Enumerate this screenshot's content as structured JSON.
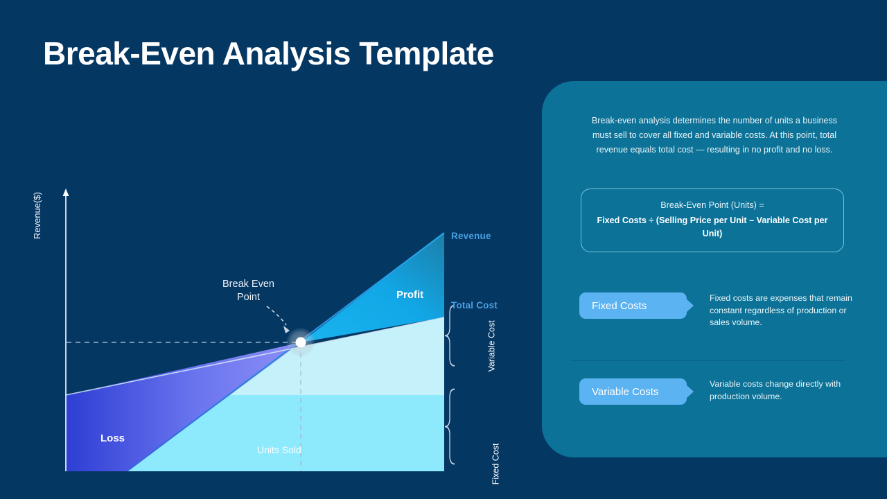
{
  "page": {
    "title": "Break-Even Analysis Template",
    "background_color": "#053763"
  },
  "chart_labels": {
    "revenue": "Revenue",
    "total_cost": "Total Cost",
    "profit": "Profit",
    "loss": "Loss",
    "break_even_point": "Break Even Point",
    "y_axis": "Revenue($)",
    "x_axis": "Units Sold",
    "variable_cost": "Variable Cost",
    "fixed_cost": "Fixed Cost"
  },
  "panel": {
    "description": "Break-even analysis determines the number of units a business must sell to cover all fixed and variable costs. At this point, total revenue equals total cost — resulting in no profit and no loss.",
    "formula": {
      "title": "Break-Even Point (Units) =",
      "body": "Fixed Costs ÷ (Selling Price per Unit – Variable Cost per Unit)"
    },
    "cost_items": [
      {
        "label": "Fixed Costs",
        "description": "Fixed costs are expenses that remain constant regardless of production or sales volume."
      },
      {
        "label": "Variable Costs",
        "description": "Variable costs change directly with production volume."
      }
    ],
    "accent_color": "#0c7297",
    "pill_color": "#5cb3f2"
  },
  "chart_data": {
    "type": "line",
    "title": "Break-Even Analysis",
    "xlabel": "Units Sold",
    "ylabel": "Revenue($)",
    "xlim": [
      0,
      100
    ],
    "ylim": [
      0,
      100
    ],
    "grid": false,
    "legend": "inline-labels",
    "series": [
      {
        "name": "Revenue",
        "x": [
          0,
          100
        ],
        "y": [
          0,
          86
        ],
        "color": "#1aa7e8"
      },
      {
        "name": "Total Cost",
        "x": [
          0,
          100
        ],
        "y": [
          32,
          62
        ],
        "color": "#2f7fd0"
      },
      {
        "name": "Fixed Cost",
        "x": [
          0,
          100
        ],
        "y": [
          32,
          32
        ],
        "color": "#8de9fc"
      }
    ],
    "annotations": [
      {
        "label": "Break Even Point",
        "x": 62,
        "y": 53
      },
      {
        "label": "Profit",
        "region": "revenue-above-total-cost"
      },
      {
        "label": "Loss",
        "region": "total-cost-above-revenue"
      },
      {
        "label": "Variable Cost",
        "bracket_from_y": 32,
        "bracket_to_y": 62
      },
      {
        "label": "Fixed Cost",
        "bracket_from_y": 0,
        "bracket_to_y": 32
      }
    ]
  }
}
